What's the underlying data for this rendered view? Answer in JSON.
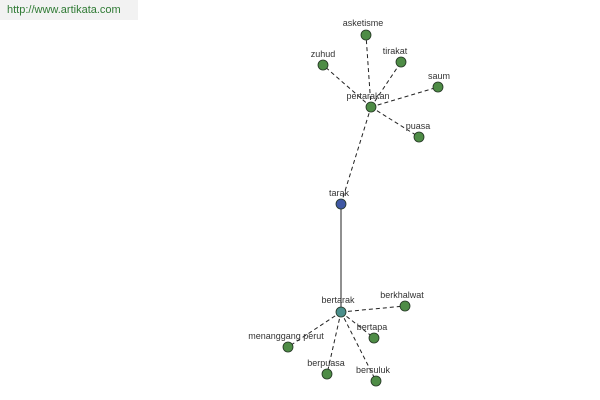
{
  "banner": {
    "url": "http://www.artikata.com"
  },
  "colors": {
    "synonym_node": "#4e8c46",
    "center_node": "#3f57a3",
    "hub_node": "#4b8f8c"
  },
  "graph": {
    "nodes": [
      {
        "id": "tarak",
        "label": "tarak",
        "kind": "center"
      },
      {
        "id": "pertarakan",
        "label": "pertarakan",
        "kind": "synonym"
      },
      {
        "id": "bertarak",
        "label": "bertarak",
        "kind": "hub"
      },
      {
        "id": "asketisme",
        "label": "asketisme",
        "kind": "synonym"
      },
      {
        "id": "zuhud",
        "label": "zuhud",
        "kind": "synonym"
      },
      {
        "id": "tirakat",
        "label": "tirakat",
        "kind": "synonym"
      },
      {
        "id": "saum",
        "label": "saum",
        "kind": "synonym"
      },
      {
        "id": "puasa",
        "label": "puasa",
        "kind": "synonym"
      },
      {
        "id": "berkhalwat",
        "label": "berkhalwat",
        "kind": "synonym"
      },
      {
        "id": "bertapa",
        "label": "bertapa",
        "kind": "synonym"
      },
      {
        "id": "menanggang-perut",
        "label": "menanggang perut",
        "kind": "synonym"
      },
      {
        "id": "berpuasa",
        "label": "berpuasa",
        "kind": "synonym"
      },
      {
        "id": "bersuluk",
        "label": "bersuluk",
        "kind": "synonym"
      }
    ],
    "edges": [
      {
        "from": "tarak",
        "to": "pertarakan",
        "style": "dashed"
      },
      {
        "from": "tarak",
        "to": "bertarak",
        "style": "solid"
      },
      {
        "from": "pertarakan",
        "to": "asketisme",
        "style": "dashed"
      },
      {
        "from": "pertarakan",
        "to": "zuhud",
        "style": "dashed"
      },
      {
        "from": "pertarakan",
        "to": "tirakat",
        "style": "dashed"
      },
      {
        "from": "pertarakan",
        "to": "saum",
        "style": "dashed"
      },
      {
        "from": "pertarakan",
        "to": "puasa",
        "style": "dashed"
      },
      {
        "from": "bertarak",
        "to": "berkhalwat",
        "style": "dashed"
      },
      {
        "from": "bertarak",
        "to": "bertapa",
        "style": "dashed"
      },
      {
        "from": "bertarak",
        "to": "menanggang-perut",
        "style": "dashed"
      },
      {
        "from": "bertarak",
        "to": "berpuasa",
        "style": "dashed"
      },
      {
        "from": "bertarak",
        "to": "bersuluk",
        "style": "dashed"
      }
    ]
  }
}
